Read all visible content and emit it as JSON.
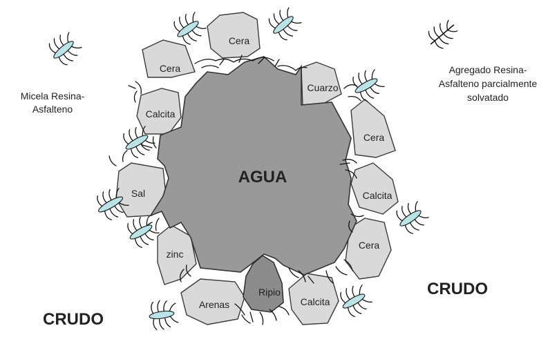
{
  "center_label": "AGUA",
  "crude_label_left": "CRUDO",
  "crude_label_right": "CRUDO",
  "legend": {
    "micelle_line1": "Micela Resina-",
    "micelle_line2": "Asfalteno",
    "aggregate_line1": "Agregado Resina-",
    "aggregate_line2": "Asfalteno parcialmente",
    "aggregate_line3": "solvatado"
  },
  "particles": {
    "cera_top": "Cera",
    "cera_left": "Cera",
    "cuarzo": "Cuarzo",
    "calcita_left": "Calcita",
    "cera_right": "Cera",
    "sal": "Sal",
    "calcita_right": "Calcita",
    "cera_lower_right": "Cera",
    "zinc": "zinc",
    "arenas": "Arenas",
    "ripio": "Ripio",
    "calcita_bottom": "Calcita"
  },
  "colors": {
    "water": "#999999",
    "particle": "#d9d9d9",
    "ripio": "#8c8c8c",
    "micelle": "#b9e3e6"
  }
}
